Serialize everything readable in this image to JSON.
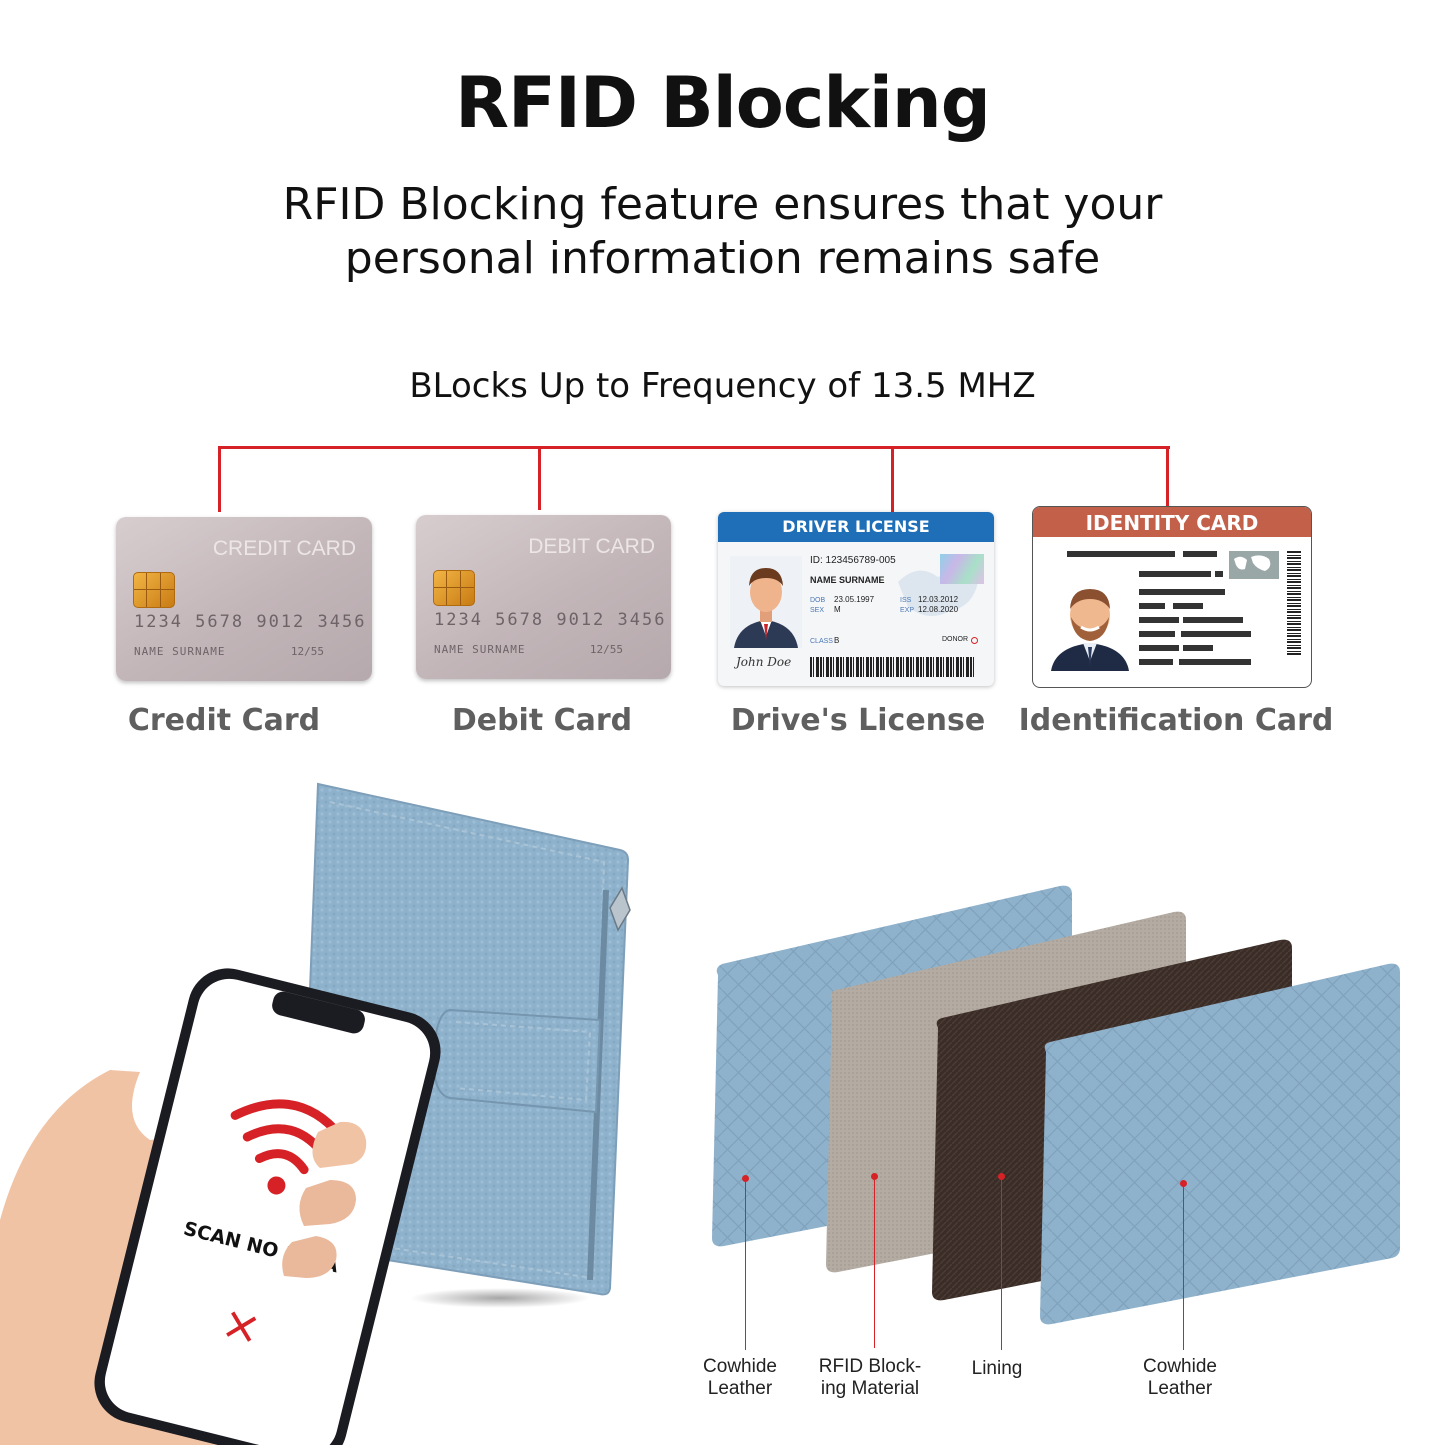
{
  "header": {
    "title": "RFID Blocking",
    "subtitle_line1": "RFID Blocking feature ensures that your",
    "subtitle_line2": "personal information remains safe",
    "frequency": "BLocks Up to Frequency of 13.5 MHZ"
  },
  "cards": [
    {
      "label": "Credit Card",
      "card_title": "CREDIT CARD",
      "number": "1234 5678 9012 3456",
      "name": "NAME SURNAME",
      "expiry": "12/55"
    },
    {
      "label": "Debit Card",
      "card_title": "DEBIT CARD",
      "number": "1234 5678 9012 3456",
      "name": "NAME SURNAME",
      "expiry": "12/55"
    },
    {
      "label": "Drive's License",
      "card_title": "DRIVER LICENSE",
      "id": "ID: 123456789-005",
      "name": "NAME SURNAME",
      "dob_label": "DOB",
      "dob": "23.05.1997",
      "sex_label": "SEX",
      "sex": "M",
      "iss_label": "ISS",
      "iss": "12.03.2012",
      "exp_label": "EXP",
      "exp": "12.08.2020",
      "class_label": "CLASS",
      "class": "B",
      "donor": "DONOR",
      "signature": "John Doe"
    },
    {
      "label": "Identification Card",
      "card_title": "IDENTITY CARD"
    }
  ],
  "phone": {
    "message": "SCAN NO DATA",
    "mark": "×"
  },
  "layers": [
    {
      "line1": "Cowhide",
      "line2": "Leather"
    },
    {
      "line1": "RFID Block-",
      "line2": "ing Material"
    },
    {
      "line1": "Lining",
      "line2": ""
    },
    {
      "line1": "Cowhide",
      "line2": "Leather"
    }
  ],
  "colors": {
    "accent_red": "#d62226",
    "leather_blue": "#8fb2cc",
    "rfid_material": "#b4aca3",
    "lining": "#3a2c27"
  }
}
